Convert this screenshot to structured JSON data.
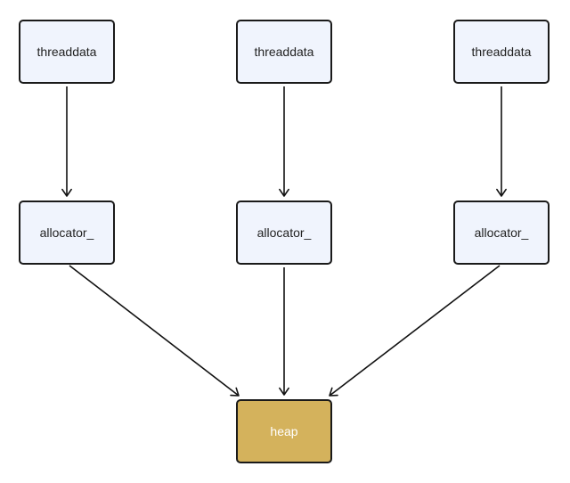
{
  "diagram": {
    "nodes": [
      {
        "id": "threaddata-1",
        "label": "threaddata",
        "kind": "normal"
      },
      {
        "id": "threaddata-2",
        "label": "threaddata",
        "kind": "normal"
      },
      {
        "id": "threaddata-3",
        "label": "threaddata",
        "kind": "normal"
      },
      {
        "id": "allocator-1",
        "label": "allocator_",
        "kind": "normal"
      },
      {
        "id": "allocator-2",
        "label": "allocator_",
        "kind": "normal"
      },
      {
        "id": "allocator-3",
        "label": "allocator_",
        "kind": "normal"
      },
      {
        "id": "heap",
        "label": "heap",
        "kind": "highlight"
      }
    ],
    "edges": [
      {
        "from": "threaddata-1",
        "to": "allocator-1"
      },
      {
        "from": "threaddata-2",
        "to": "allocator-2"
      },
      {
        "from": "threaddata-3",
        "to": "allocator-3"
      },
      {
        "from": "allocator-1",
        "to": "heap"
      },
      {
        "from": "allocator-2",
        "to": "heap"
      },
      {
        "from": "allocator-3",
        "to": "heap"
      }
    ],
    "colors": {
      "normal_fill": "#f0f4fd",
      "normal_text": "#222222",
      "highlight_fill": "#d4b25c",
      "highlight_text": "#ffffff",
      "border": "#1a1a1a",
      "edge": "#111111"
    }
  }
}
